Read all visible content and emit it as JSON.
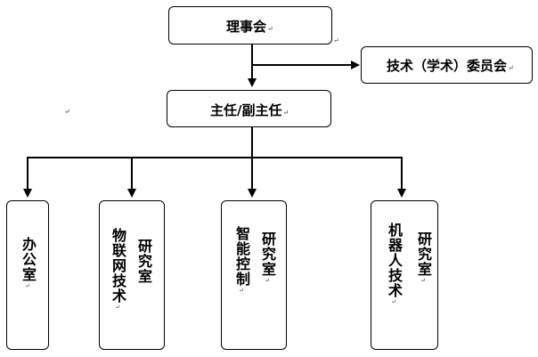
{
  "top": {
    "label": "理事会",
    "mark": "↵"
  },
  "committee": {
    "label": "技术（学术）委员会",
    "mark": "↵"
  },
  "director": {
    "label": "主任/副主任",
    "mark": "↵"
  },
  "departments": [
    {
      "col1": "办公室",
      "col2": "",
      "mark": "↵"
    },
    {
      "col1": "物联网技术",
      "col2": "研究室",
      "mark": "↵"
    },
    {
      "col1": "智能控制",
      "col2": "研究室",
      "mark": "↵"
    },
    {
      "col1": "机器人技术",
      "col2": "研究室",
      "mark": "↵"
    }
  ],
  "stray_marks": [
    "↵",
    "↵"
  ]
}
